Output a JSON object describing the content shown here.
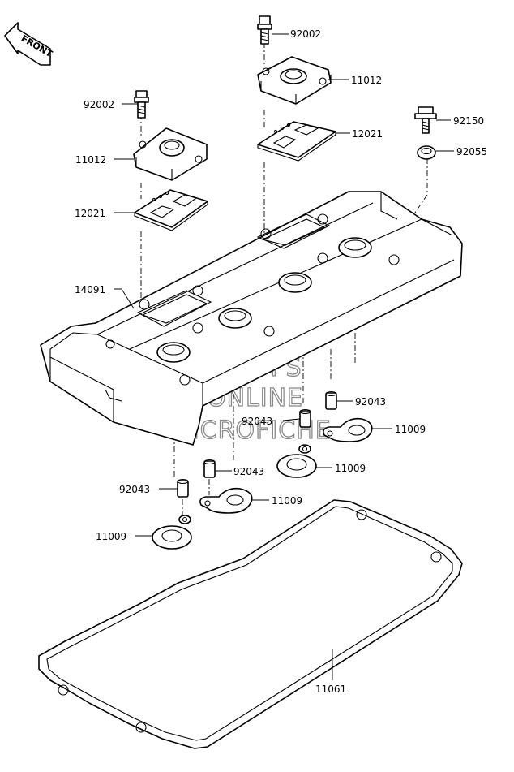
{
  "front_label": "FRONT",
  "watermark": [
    "HLSM'S",
    "ONLINE",
    "MICROFICHE"
  ],
  "labels": {
    "bolt_top": "92002",
    "cap_top": "11012",
    "bolt_left": "92002",
    "cap_left": "11012",
    "plate_top": "12021",
    "plate_left": "12021",
    "bolt_right": "92150",
    "washer_right": "92055",
    "cover": "14091",
    "dowel_right": "92043",
    "ring_right": "11009",
    "dowel_center": "92043",
    "ring_center": "11009",
    "dowel_mid": "92043",
    "ring_mid": "11009",
    "dowel_left": "92043",
    "ring_left": "11009",
    "gasket": "11061"
  }
}
